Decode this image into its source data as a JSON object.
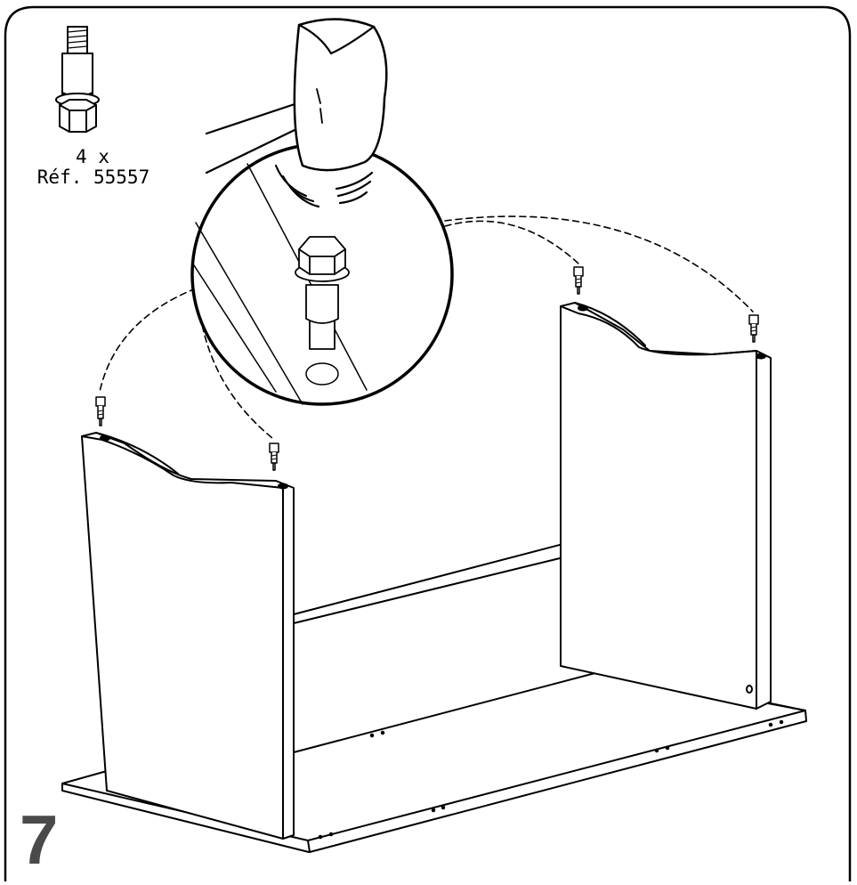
{
  "part": {
    "quantity": "4 x",
    "reference": "Réf. 55557",
    "icon": "hex-bolt-icon"
  },
  "step": {
    "number": "7"
  },
  "colors": {
    "line": "#000000",
    "step_number": "#4a4a4a",
    "background": "#ffffff"
  }
}
